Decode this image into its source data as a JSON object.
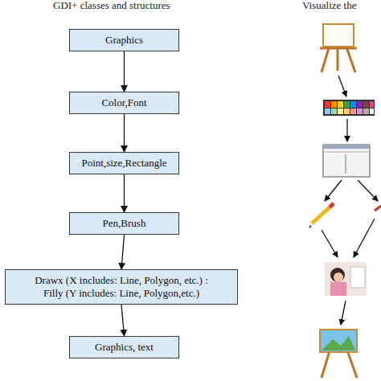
{
  "diagram": {
    "nodes": [
      {
        "text": [
          "Graphics"
        ]
      },
      {
        "text": [
          "Color,Font"
        ]
      },
      {
        "text": [
          "Point,size,Rectangle"
        ]
      },
      {
        "text": [
          "Pen,Brush"
        ]
      },
      {
        "text": [
          "Drawx (X includes: Line, Polygon, etc.) :",
          "Filly (Y includes: Line, Polygon,etc.)"
        ]
      },
      {
        "text": [
          "Graphics, text"
        ]
      }
    ],
    "edges": [
      {
        "from": 0,
        "to": 1,
        "arrow": "to"
      },
      {
        "from": 1,
        "to": 2,
        "arrow": "to"
      },
      {
        "from": 2,
        "to": 3,
        "arrow": "to"
      },
      {
        "from": 3,
        "to": 4,
        "arrow": "to"
      },
      {
        "from": 4,
        "to": 5,
        "arrow": "to"
      }
    ],
    "labels": [
      "GDI+ classes and structures",
      "Visualize the"
    ]
  }
}
